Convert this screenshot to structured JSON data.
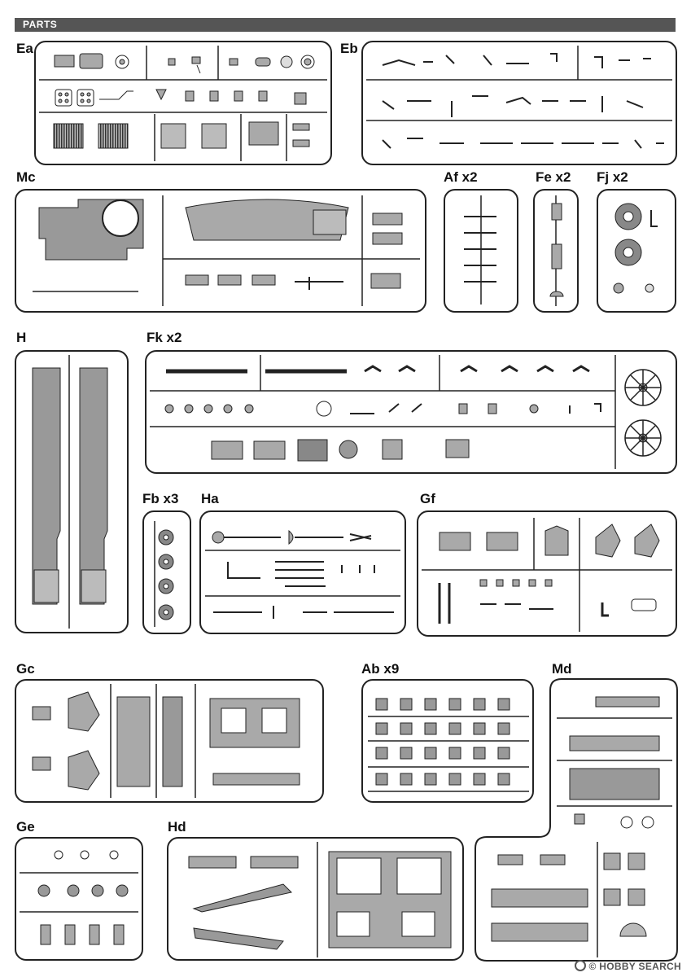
{
  "header": {
    "title": "PARTS"
  },
  "sections": {
    "ea": "Ea",
    "eb": "Eb",
    "mc": "Mc",
    "af": "Af x2",
    "fe": "Fe x2",
    "fj": "Fj x2",
    "h": "H",
    "fk": "Fk x2",
    "fb": "Fb x3",
    "ha": "Ha",
    "gf": "Gf",
    "gc": "Gc",
    "ab": "Ab x9",
    "md": "Md",
    "ge": "Ge",
    "hd": "Hd"
  },
  "watermark": {
    "text": "HOBBY SEARCH",
    "copyright": "©"
  },
  "colors": {
    "frame": "#222222",
    "part_fill": "#a9a9a9",
    "part_dark": "#7a7a7a",
    "header_bg": "#555555"
  }
}
